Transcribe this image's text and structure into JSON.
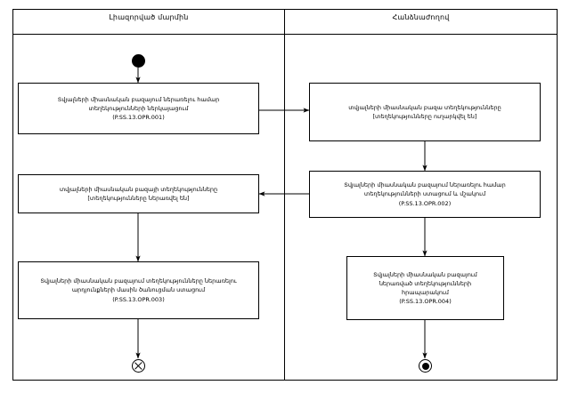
{
  "diagram": {
    "type": "uml-activity-diagram",
    "lanes": [
      {
        "id": "lane-left",
        "title": "Լիազորված մարմին"
      },
      {
        "id": "lane-right",
        "title": "Հանձնաժողով"
      }
    ],
    "nodes": [
      {
        "id": "initial-node",
        "type": "initial",
        "lane": "lane-left"
      },
      {
        "id": "activity-opr-001",
        "type": "activity",
        "lane": "lane-left",
        "text": "Տվյալների միասնական բազայում ներառելու համար\nտեղեկությունների ներկայացում\n(P.SS.13.OPR.001)"
      },
      {
        "id": "activity-opr-receive",
        "type": "activity",
        "lane": "lane-right",
        "text": "տվյալների միասնական բազա տեղեկությունները\n[տեղեկությունները ուղարկվել են]"
      },
      {
        "id": "activity-opr-002",
        "type": "activity",
        "lane": "lane-right",
        "text": "Տվյալների միասնական բազայում ներառելու համար\nտեղեկությունների ստացում և մշակում\n(P.SS.13.OPR.002)"
      },
      {
        "id": "activity-opr-included",
        "type": "activity",
        "lane": "lane-left",
        "text": "տվյալների միասնական բազայի տեղեկությունները\n[տեղեկությունները ներառվել են]"
      },
      {
        "id": "activity-opr-003",
        "type": "activity",
        "lane": "lane-left",
        "text": "Տվյալների միասնական բազայում տեղեկությունները ներառելու\nարդյունքների մասին ծանուցման ստացում\n(P.SS.13.OPR.003)"
      },
      {
        "id": "activity-opr-004",
        "type": "activity",
        "lane": "lane-right",
        "text": "Տվյալների միասնական բազայում\nներառված տեղեկությունների\nհրապարակում\n(P.SS.13.OPR.004)"
      },
      {
        "id": "flow-final-node",
        "type": "flow-final",
        "lane": "lane-left"
      },
      {
        "id": "final-node",
        "type": "final",
        "lane": "lane-right"
      }
    ],
    "edges": [
      {
        "from": "initial-node",
        "to": "activity-opr-001"
      },
      {
        "from": "activity-opr-001",
        "to": "activity-opr-receive"
      },
      {
        "from": "activity-opr-receive",
        "to": "activity-opr-002"
      },
      {
        "from": "activity-opr-002",
        "to": "activity-opr-included"
      },
      {
        "from": "activity-opr-included",
        "to": "activity-opr-003"
      },
      {
        "from": "activity-opr-002",
        "to": "activity-opr-004"
      },
      {
        "from": "activity-opr-003",
        "to": "flow-final-node"
      },
      {
        "from": "activity-opr-004",
        "to": "final-node"
      }
    ],
    "colors": {
      "stroke": "#000000",
      "background": "#ffffff"
    }
  }
}
